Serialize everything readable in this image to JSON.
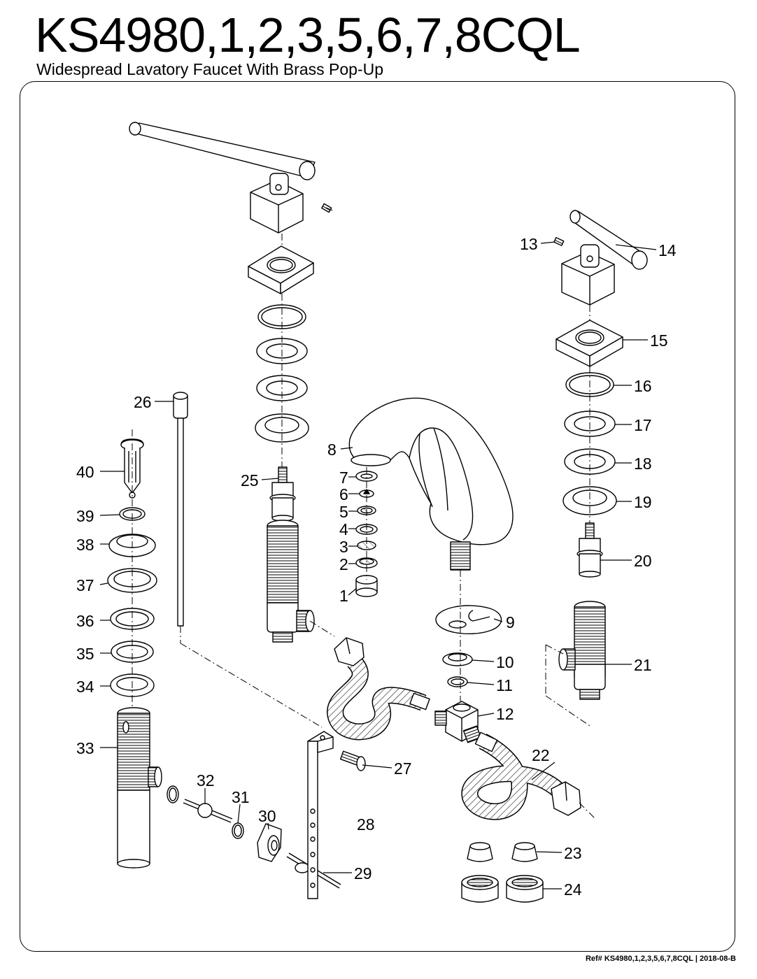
{
  "header": {
    "title": "KS4980,1,2,3,5,6,7,8CQL",
    "subtitle": "Widespread Lavatory Faucet With Brass Pop-Up"
  },
  "footer": {
    "ref": "Ref# KS4980,1,2,3,5,6,7,8CQL | 2018-08-B"
  },
  "parts": [
    {
      "num": "1"
    },
    {
      "num": "2"
    },
    {
      "num": "3"
    },
    {
      "num": "4"
    },
    {
      "num": "5"
    },
    {
      "num": "6"
    },
    {
      "num": "7"
    },
    {
      "num": "8"
    },
    {
      "num": "9"
    },
    {
      "num": "10"
    },
    {
      "num": "11"
    },
    {
      "num": "12"
    },
    {
      "num": "13"
    },
    {
      "num": "14"
    },
    {
      "num": "15"
    },
    {
      "num": "16"
    },
    {
      "num": "17"
    },
    {
      "num": "18"
    },
    {
      "num": "19"
    },
    {
      "num": "20"
    },
    {
      "num": "21"
    },
    {
      "num": "22"
    },
    {
      "num": "23"
    },
    {
      "num": "24"
    },
    {
      "num": "25"
    },
    {
      "num": "26"
    },
    {
      "num": "27"
    },
    {
      "num": "28"
    },
    {
      "num": "29"
    },
    {
      "num": "30"
    },
    {
      "num": "31"
    },
    {
      "num": "32"
    },
    {
      "num": "33"
    },
    {
      "num": "34"
    },
    {
      "num": "35"
    },
    {
      "num": "36"
    },
    {
      "num": "37"
    },
    {
      "num": "38"
    },
    {
      "num": "39"
    },
    {
      "num": "40"
    }
  ]
}
